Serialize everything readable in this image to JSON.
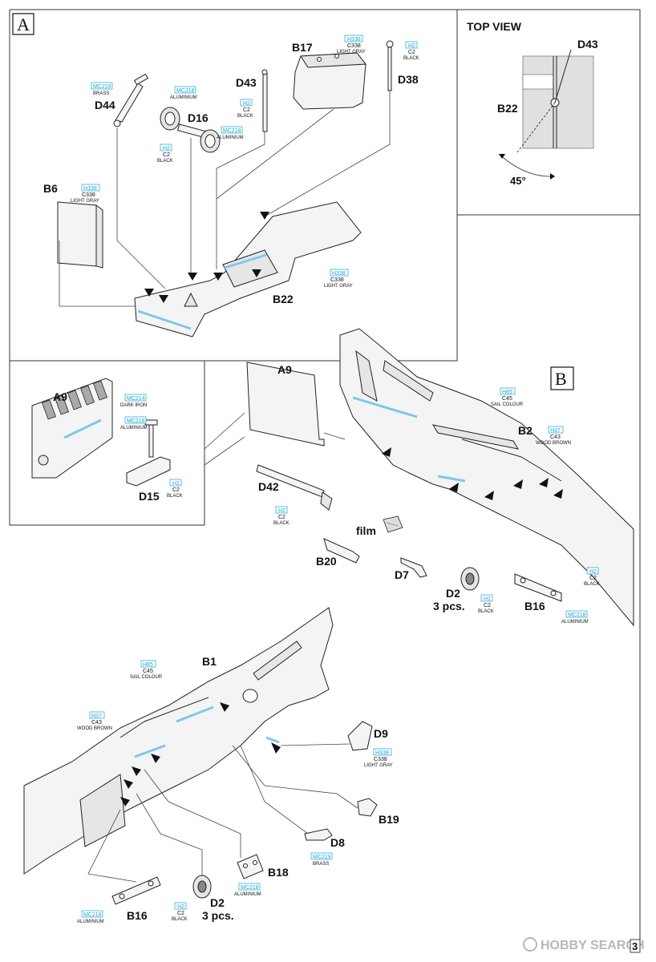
{
  "sections": {
    "a": "A",
    "b": "B",
    "top_view": "TOP VIEW",
    "angle": "45°"
  },
  "parts": {
    "b17": "B17",
    "d38": "D38",
    "d43": "D43",
    "d44": "D44",
    "d16": "D16",
    "b6": "B6",
    "b22": "B22",
    "b22_tv": "B22",
    "d43_tv": "D43",
    "a9": "A9",
    "a9_inset": "A9",
    "d15": "D15",
    "d42": "D42",
    "b2": "B2",
    "film": "film",
    "b20": "B20",
    "d7": "D7",
    "d2_upper": "D2",
    "d2_upper_qty": "3 pcs.",
    "b16_upper": "B16",
    "b1": "B1",
    "d9": "D9",
    "b19": "B19",
    "d8": "D8",
    "b18": "B18",
    "b16_lower": "B16",
    "d2_lower": "D2",
    "d2_lower_qty": "3 pcs."
  },
  "callouts": {
    "b17": [
      "H338",
      "C338",
      "LIGHT GRAY"
    ],
    "d38": [
      "H2",
      "C2",
      "BLACK"
    ],
    "d44": [
      "MC219",
      "BRASS"
    ],
    "d16_top": [
      "MC218",
      "ALUMINIUM"
    ],
    "d16_right": [
      "MC218",
      "ALUMINIUM"
    ],
    "d16_black": [
      "H2",
      "C2",
      "BLACK"
    ],
    "d43": [
      "H2",
      "C2",
      "BLACK"
    ],
    "b6": [
      "H338",
      "C338",
      "LIGHT GRAY"
    ],
    "b22": [
      "H338",
      "C338",
      "LIGHT GRAY"
    ],
    "a9_iron": [
      "MC214",
      "DARK IRON"
    ],
    "a9_alu": [
      "MC218",
      "ALUMINIUM"
    ],
    "d15": [
      "H2",
      "C2",
      "BLACK"
    ],
    "d42": [
      "H2",
      "C2",
      "BLACK"
    ],
    "b2_sail": [
      "H85",
      "C45",
      "SAIL COLOUR"
    ],
    "b2_wood": [
      "H37",
      "C43",
      "WOOD BROWN"
    ],
    "b2_black": [
      "H2",
      "C2",
      "BLACK"
    ],
    "d2_upper": [
      "H2",
      "C2",
      "BLACK"
    ],
    "b16_upper": [
      "MC218",
      "ALUMINIUM"
    ],
    "b1_sail": [
      "H85",
      "C45",
      "SAIL COLOUR"
    ],
    "b1_wood": [
      "H37",
      "C43",
      "WOOD BROWN"
    ],
    "d9": [
      "H338",
      "C338",
      "LIGHT GRAY"
    ],
    "d8": [
      "MC219",
      "BRASS"
    ],
    "b18": [
      "MC218",
      "ALUMINIUM"
    ],
    "b16_lower": [
      "MC218",
      "ALUMINIUM"
    ],
    "d2_lower": [
      "H2",
      "C2",
      "BLACK"
    ]
  },
  "footer": {
    "watermark": "HOBBY SEARCH",
    "page_number": "3"
  },
  "colors": {
    "callout_code": "#1aa3d8",
    "highlight": "#7fc8e8"
  }
}
